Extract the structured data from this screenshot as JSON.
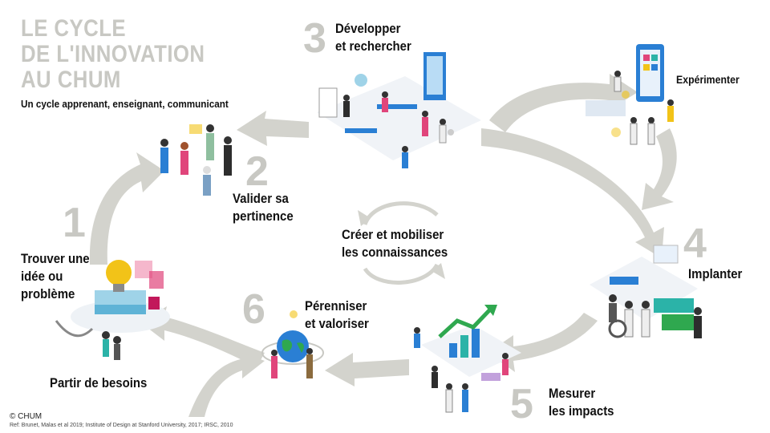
{
  "title": {
    "line1": "LE CYCLE",
    "line2": "DE L'INNOVATION",
    "line3": "AU CHUM",
    "subtitle": "Un cycle apprenant, enseignant, communicant"
  },
  "center": {
    "line1": "Créer et mobiliser",
    "line2": "les connaissances"
  },
  "steps": [
    {
      "number": "1",
      "line1": "Trouver une",
      "line2": "idée ou",
      "line3": "problème"
    },
    {
      "number": "2",
      "line1": "Valider sa",
      "line2": "pertinence"
    },
    {
      "number": "3",
      "line1": "Développer",
      "line2": "et rechercher"
    },
    {
      "number": "4",
      "line1": "Implanter"
    },
    {
      "number": "5",
      "line1": "Mesurer",
      "line2": "les impacts"
    },
    {
      "number": "6",
      "line1": "Pérenniser",
      "line2": "et valoriser"
    }
  ],
  "side_labels": {
    "experimenter": "Expérimenter",
    "partir": "Partir de besoins"
  },
  "footer": {
    "copyright": "© CHUM",
    "reference": "Ref: Brunet, Malas et al 2019; Institute of Design at Stanford University, 2017; IRSC, 2010"
  },
  "colors": {
    "arrow_gray": "#d3d3cd",
    "number_gray": "#c8c8c3",
    "accent_blue": "#2a7fd4",
    "accent_teal": "#2bb3a8",
    "accent_pink": "#e0457b",
    "accent_yellow": "#f2c318",
    "accent_green": "#2fa84f"
  }
}
